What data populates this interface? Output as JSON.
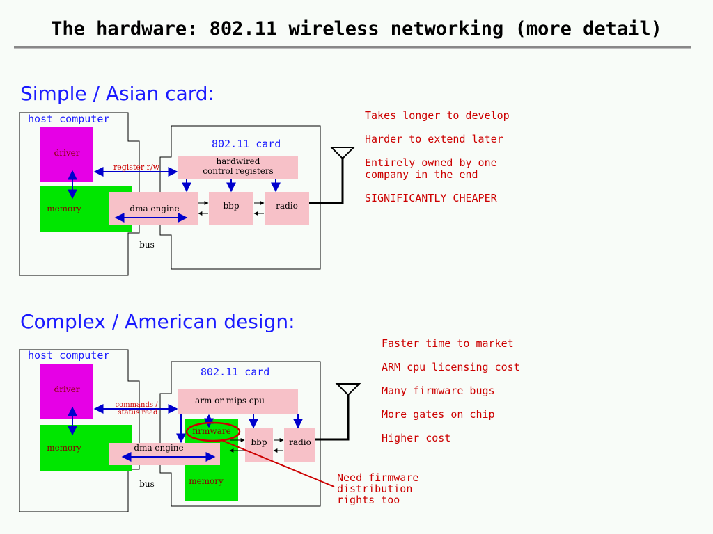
{
  "title": "The hardware: 802.11 wireless networking (more detail)",
  "simple": {
    "heading": "Simple / Asian card:",
    "host_label": "host computer",
    "card_label": "802.11 card",
    "driver": "driver",
    "memory": "memory",
    "register_rw": "register r/w",
    "hardwired_line1": "hardwired",
    "hardwired_line2": "control registers",
    "dma_engine": "dma engine",
    "bbp": "bbp",
    "radio": "radio",
    "bus": "bus",
    "notes": [
      "Takes longer to develop",
      "Harder to extend later",
      "Entirely owned by one\ncompany in the end",
      "SIGNIFICANTLY CHEAPER"
    ]
  },
  "complex": {
    "heading": "Complex / American design:",
    "host_label": "host computer",
    "card_label": "802.11 card",
    "driver": "driver",
    "memory": "memory",
    "commands_line1": "commands /",
    "commands_line2": "status read",
    "cpu": "arm or mips cpu",
    "firmware": "firmware",
    "card_memory": "memory",
    "dma_engine": "dma engine",
    "bbp": "bbp",
    "radio": "radio",
    "bus": "bus",
    "notes": [
      "Faster time to market",
      "ARM cpu licensing cost",
      "Many firmware bugs",
      "More gates on chip",
      "Higher cost"
    ],
    "callout": "Need firmware\ndistribution\nrights too"
  },
  "colors": {
    "heading": "#1a1aff",
    "note": "#cc0000",
    "magenta": "#e600e6",
    "green": "#00e600",
    "pink": "#f7c1c8",
    "arrow": "#0000cc"
  }
}
